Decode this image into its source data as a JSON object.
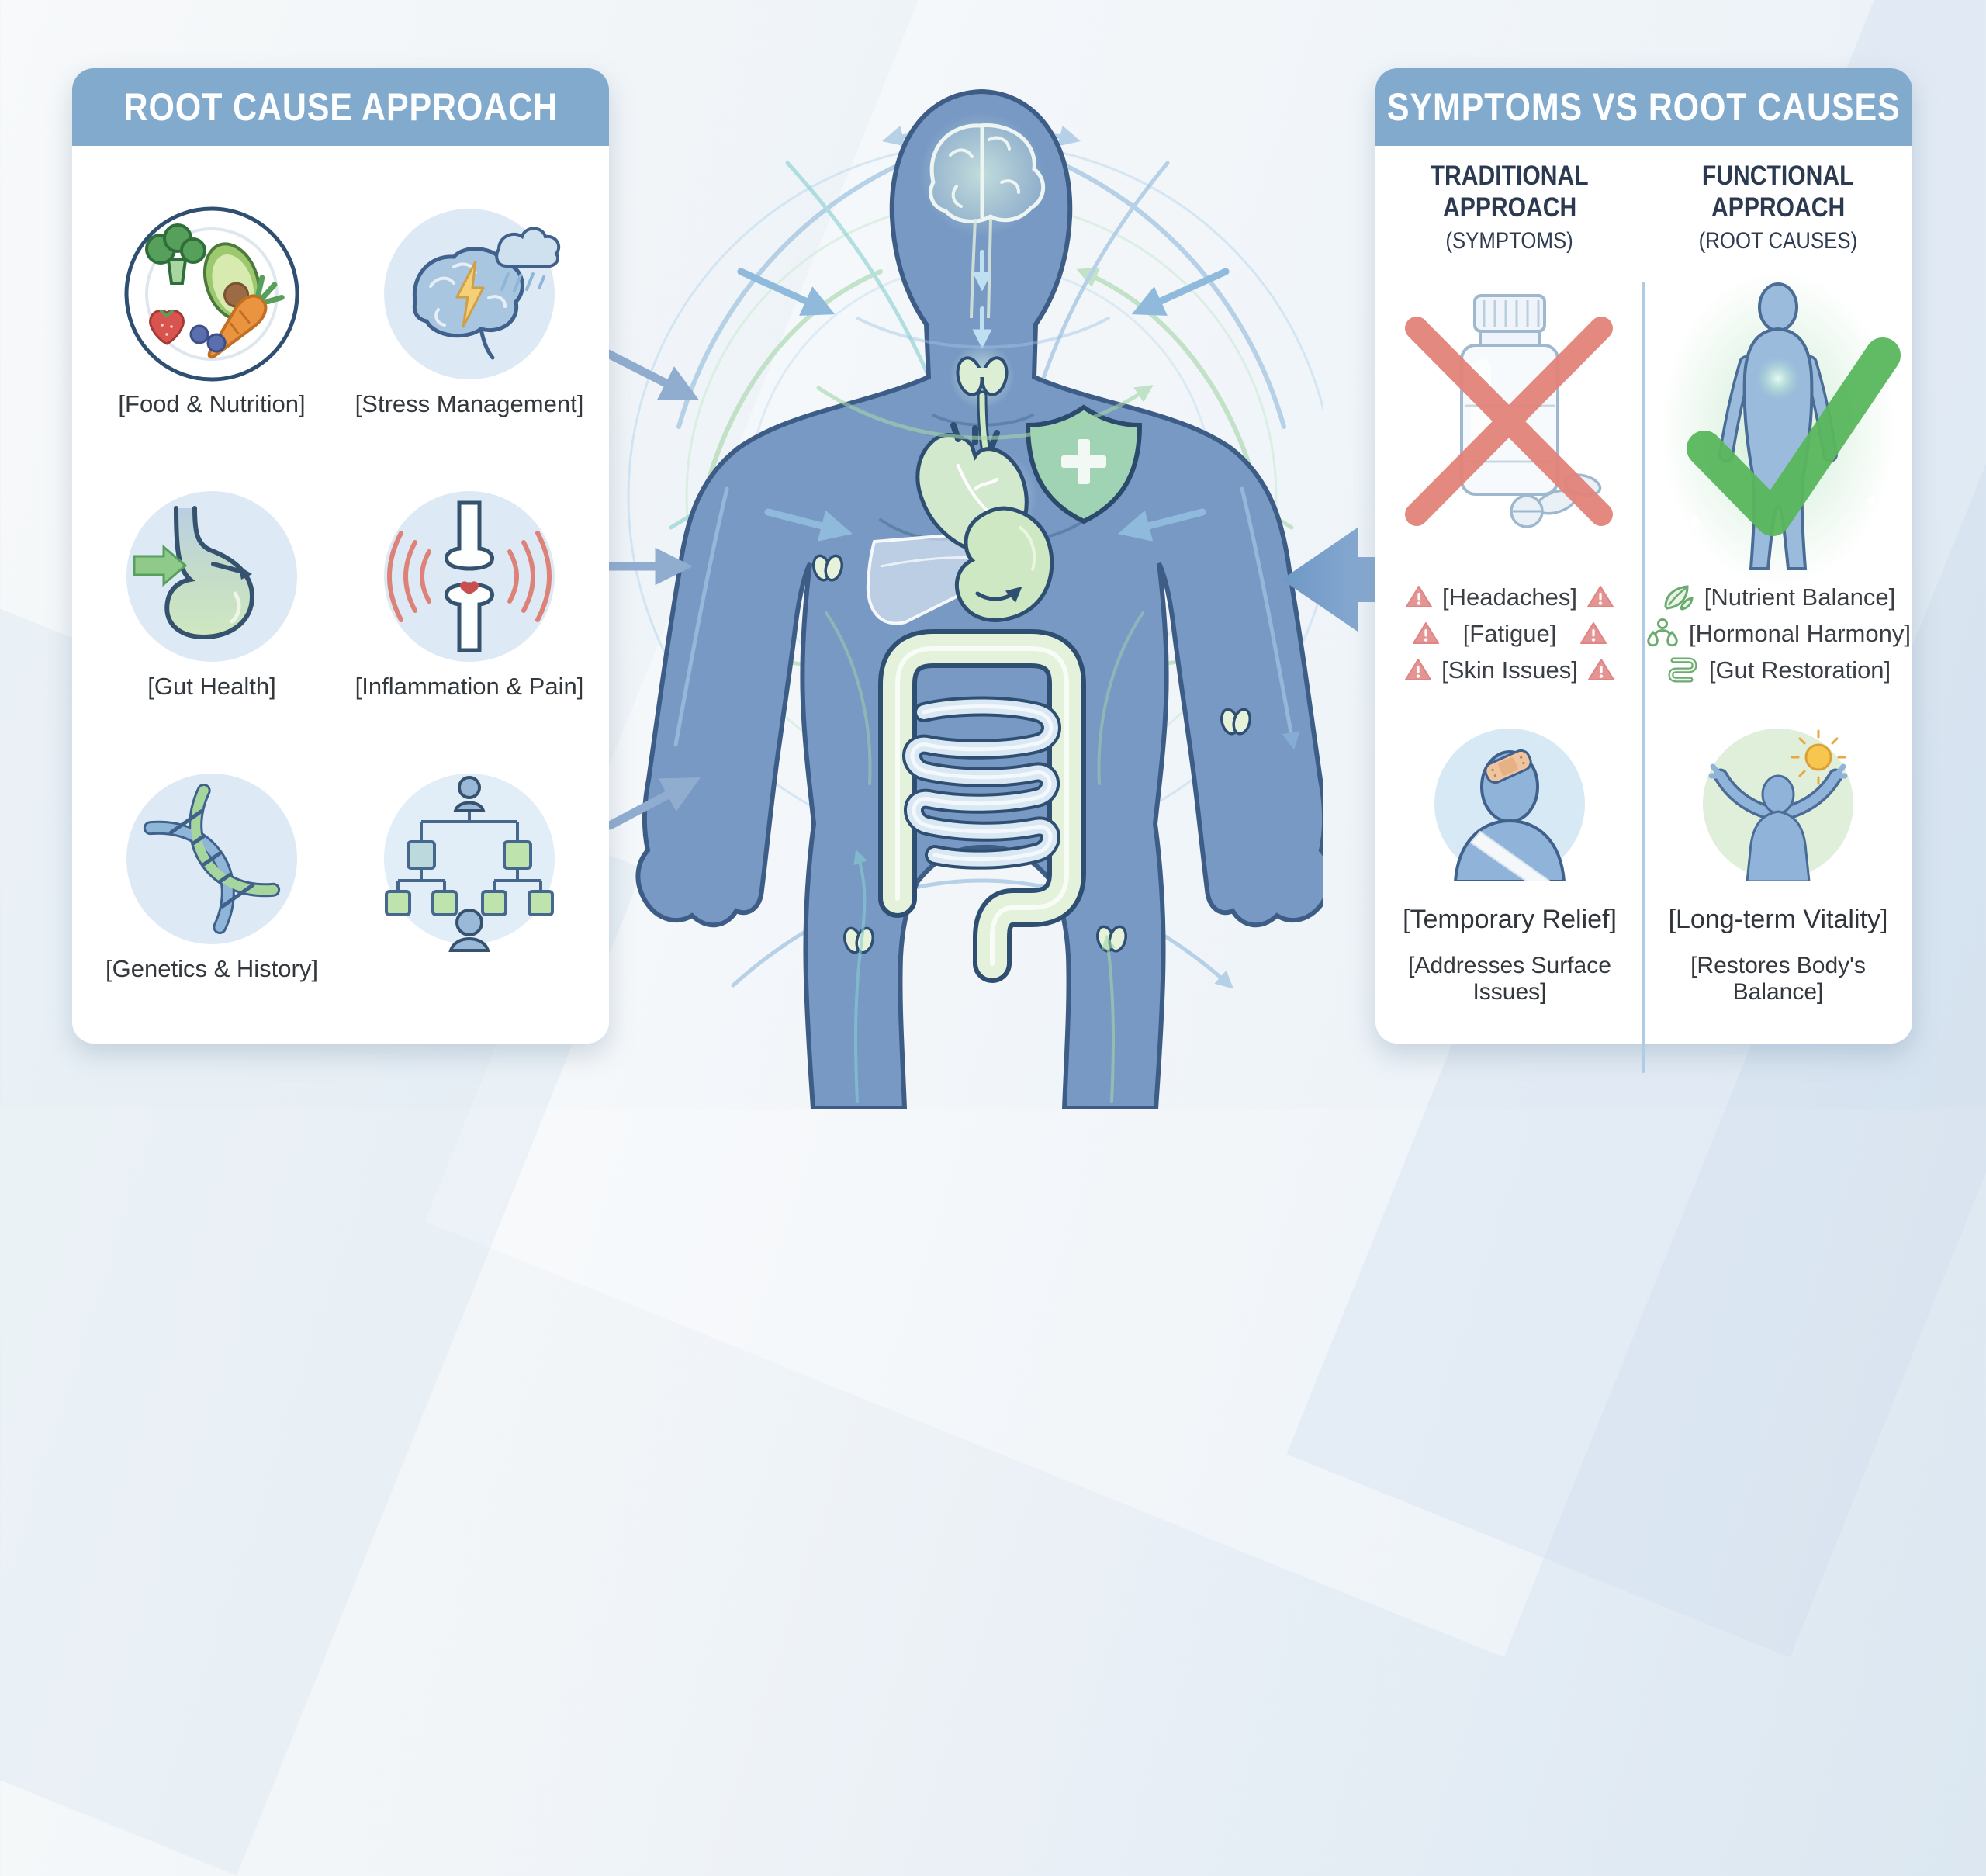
{
  "left_panel": {
    "title": "ROOT CAUSE APPROACH",
    "items": [
      {
        "icon": "food-plate-icon",
        "label": "[Food & Nutrition]"
      },
      {
        "icon": "stress-brain-icon",
        "label": "[Stress Management]"
      },
      {
        "icon": "stomach-icon",
        "label": "[Gut Health]"
      },
      {
        "icon": "joint-pain-icon",
        "label": "[Inflammation & Pain]"
      },
      {
        "icon": "dna-icon",
        "label": "[Genetics & History]"
      },
      {
        "icon": "family-tree-icon",
        "label": ""
      }
    ]
  },
  "center": {
    "illustration": "human-body-systems",
    "organs": [
      "brain",
      "thyroid",
      "heart",
      "immune-shield",
      "liver",
      "stomach",
      "intestines",
      "glands"
    ]
  },
  "right_panel": {
    "title": "SYMPTOMS VS ROOT CAUSES",
    "traditional": {
      "heading_line1": "TRADITIONAL",
      "heading_line2": "APPROACH",
      "subheading": "(SYMPTOMS)",
      "figure_icon": "pill-bottle-crossed-icon",
      "symptoms": [
        "[Headaches]",
        "[Fatigue]",
        "[Skin Issues]"
      ],
      "outcome_icon": "bandaged-person-icon",
      "outcome_label": "[Temporary Relief]",
      "outcome_sublabel": "[Addresses Surface Issues]"
    },
    "functional": {
      "heading_line1": "FUNCTIONAL",
      "heading_line2": "APPROACH",
      "subheading": "(ROOT CAUSES)",
      "figure_icon": "body-checkmark-icon",
      "benefits": [
        {
          "icon": "leaf-icon",
          "label": "[Nutrient Balance]"
        },
        {
          "icon": "hormone-balance-icon",
          "label": "[Hormonal Harmony]"
        },
        {
          "icon": "gut-icon",
          "label": "[Gut Restoration]"
        }
      ],
      "outcome_icon": "vitality-person-icon",
      "outcome_label": "[Long-term Vitality]",
      "outcome_sublabel": "[Restores Body's Balance]"
    }
  },
  "colors": {
    "header_blue": "#82aacd",
    "panel_white": "#ffffff",
    "navy_text": "#2b3a50",
    "label_text": "#33383d",
    "warning_red": "#e59494",
    "cross_red": "#e2837a",
    "success_green": "#58b65c",
    "benefit_green": "#6cab70",
    "body_blue": "#7899c4",
    "arrow_blue": "#90add0"
  }
}
